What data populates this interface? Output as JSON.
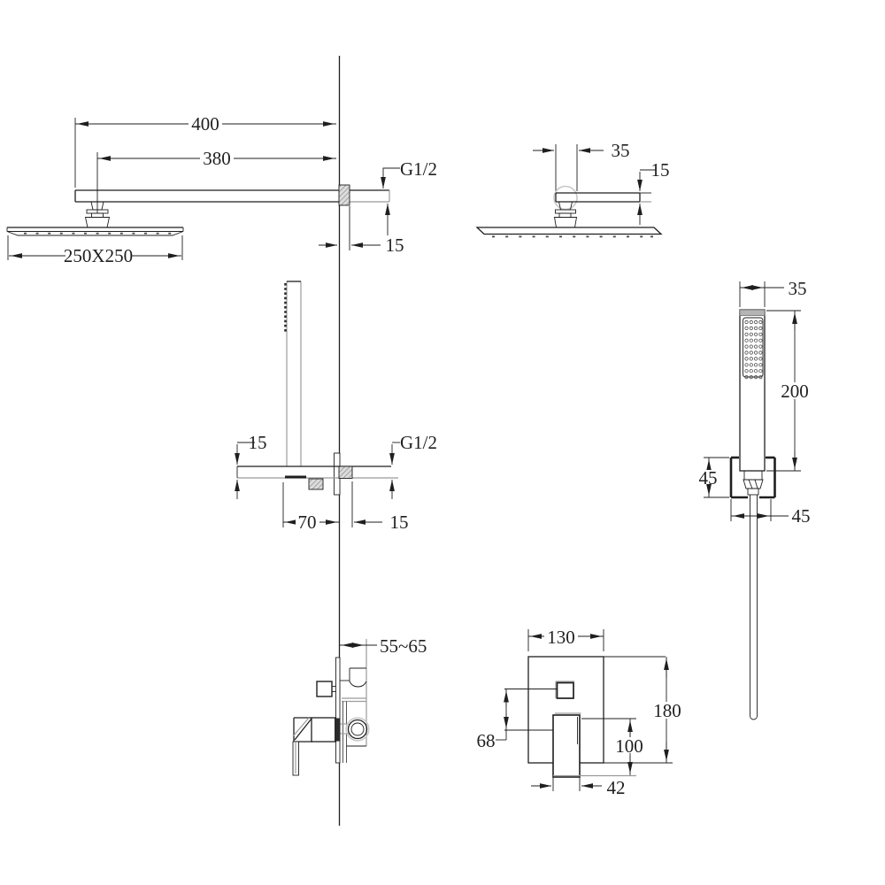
{
  "meta": {
    "description": "Technical installation drawing of a concealed wall shower set (rain head with arm, hand shower with holder, concealed mixer valve), dimensions in mm",
    "background": "#ffffff",
    "line_color": "#1f1f1f",
    "gray_color": "#9b9b9b",
    "light_gray": "#c8c8c8"
  },
  "views": {
    "rain_shower_front": {
      "title": "rain shower head with wall arm - front view",
      "labels": {
        "arm_total": "400",
        "arm_to_head": "380",
        "thread": "G1/2",
        "wall_offset": "15",
        "head_size": "250X250"
      }
    },
    "rain_shower_side": {
      "title": "rain shower head - side view",
      "labels": {
        "joint_width": "35",
        "arm_thickness": "15"
      }
    },
    "hand_shower_wall": {
      "title": "hand shower on wall outlet holder - side view",
      "labels": {
        "bar_thickness": "15",
        "thread": "G1/2",
        "offset_from_wall": "70",
        "wall_offset": "15"
      }
    },
    "hand_shower_front": {
      "title": "hand shower with holder and hose - front view",
      "labels": {
        "head_width": "35",
        "total_length": "200",
        "bracket_height": "45",
        "bracket_width": "45"
      }
    },
    "mixer_side": {
      "title": "concealed mixer valve - side view",
      "labels": {
        "embed_depth": "55~65"
      }
    },
    "mixer_front": {
      "title": "concealed mixer valve - front view",
      "labels": {
        "plate_width": "130",
        "plate_height": "180",
        "button_offset": "68",
        "handle_length": "100",
        "handle_width": "42"
      }
    }
  }
}
